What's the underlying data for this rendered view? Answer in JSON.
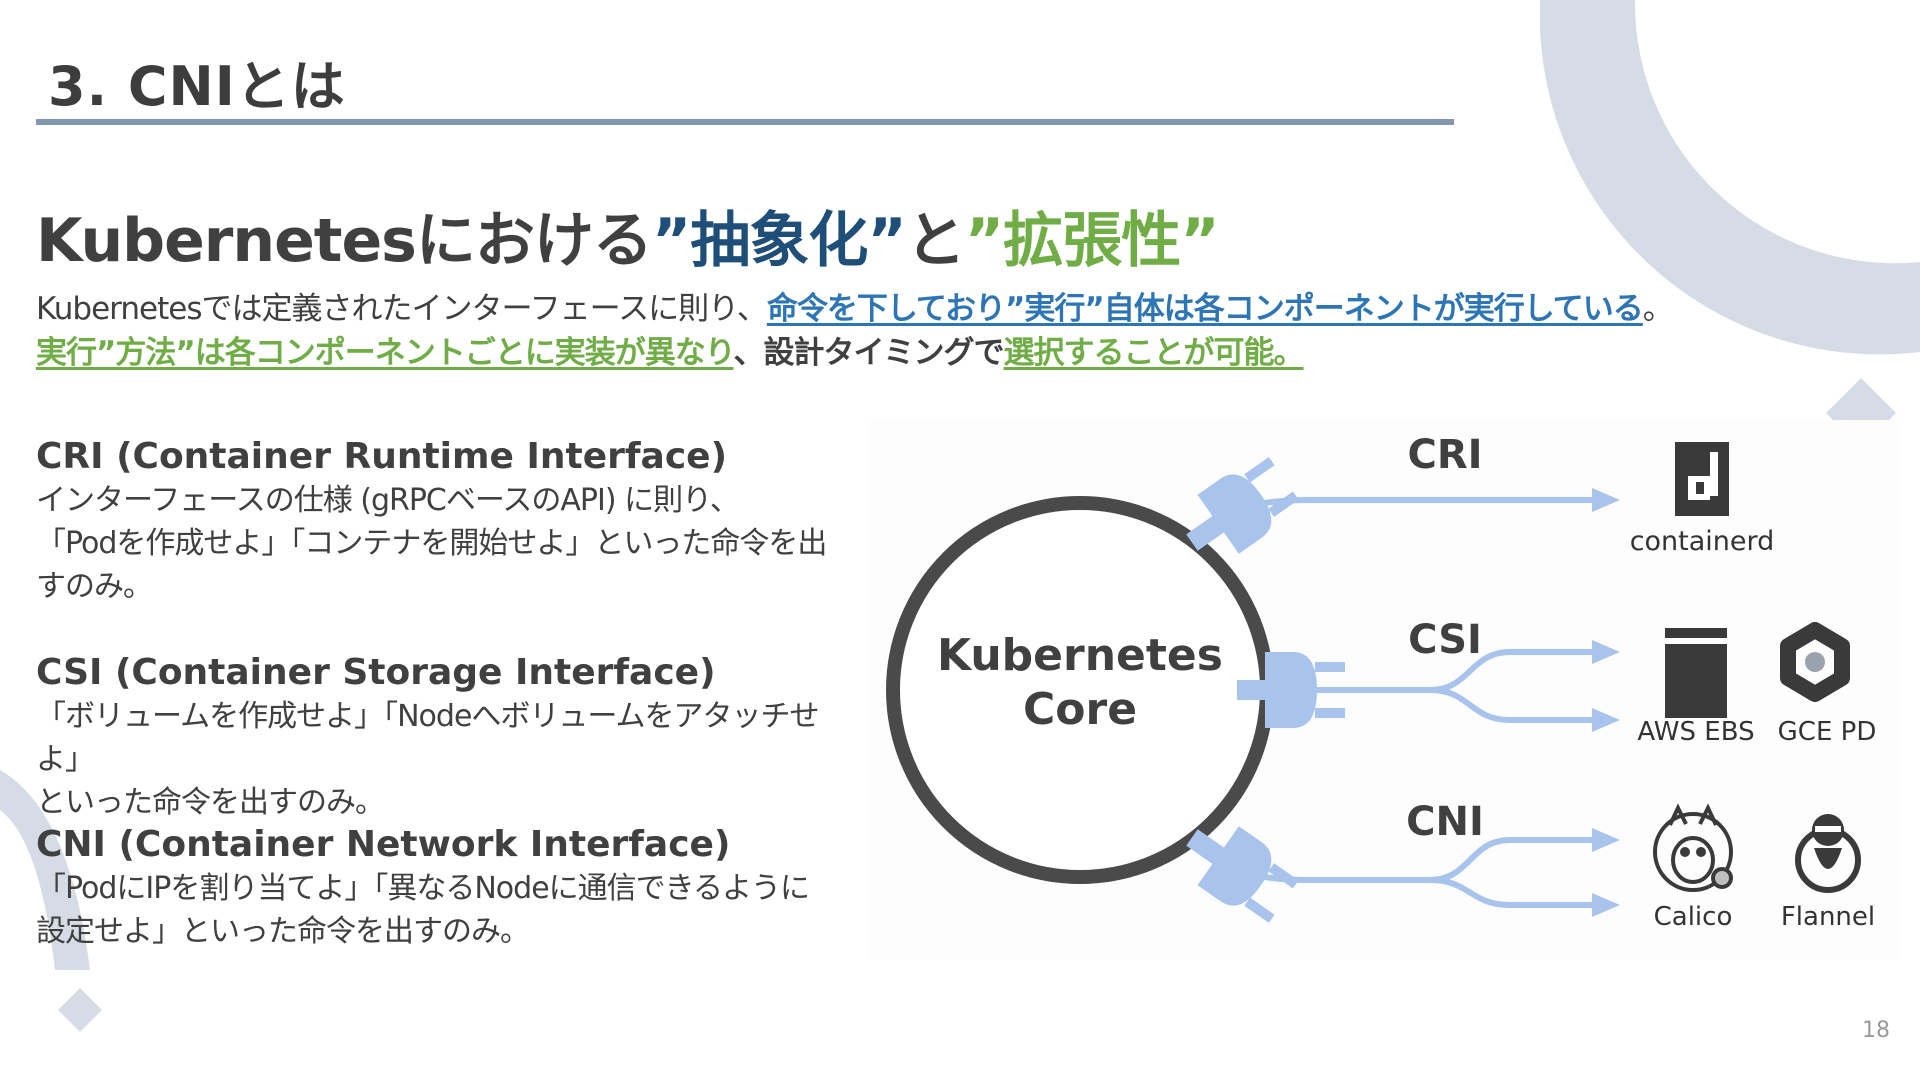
{
  "slide": {
    "section_title": "3. CNIとは",
    "headline": {
      "part1": "Kubernetesにおける",
      "part2": "”抽象化”",
      "part3": "と",
      "part4": "”拡張性”"
    },
    "subline1": {
      "plain1": "Kubernetesでは定義されたインターフェースに則り、",
      "underline_blue": "命令を下しており”実行”自体は各コンポーネントが実行している",
      "plain2": "。"
    },
    "subline2": {
      "underline_green1": "実行”方法”は各コンポーネントごとに実装が異なり",
      "plain1": "、設計タイミングで",
      "underline_green2": "選択することが可能",
      "plain2": "。"
    },
    "page_number": "18"
  },
  "interfaces": [
    {
      "title": "CRI (Container Runtime Interface)",
      "desc_lines": [
        "インターフェースの仕様 (gRPCベースのAPI) に則り、",
        "「Podを作成せよ」「コンテナを開始せよ」といった命令を出",
        "すのみ。"
      ]
    },
    {
      "title": "CSI (Container Storage Interface)",
      "desc_lines": [
        "「ボリュームを作成せよ」「Nodeへボリュームをアタッチせよ」",
        "といった命令を出すのみ。"
      ]
    },
    {
      "title": "CNI (Container Network Interface)",
      "desc_lines": [
        "「PodにIPを割り当てよ」「異なるNodeに通信できるように",
        "設定せよ」といった命令を出すのみ。"
      ]
    }
  ],
  "diagram": {
    "core_line1": "Kubernetes",
    "core_line2": "Core",
    "cri_label": "CRI",
    "csi_label": "CSI",
    "cni_label": "CNI",
    "containerd_label": "containerd",
    "aws_ebs_label": "AWS EBS",
    "gce_pd_label": "GCE PD",
    "calico_label": "Calico",
    "flannel_label": "Flannel"
  },
  "colors": {
    "title_text": "#3d3d3d",
    "rule": "#8497b0",
    "accent_blue": "#1f4e79",
    "link_blue": "#2e75b6",
    "accent_green": "#70ad47",
    "plug_blue": "#a9c4ec",
    "deco_gray": "#d6dce5"
  }
}
